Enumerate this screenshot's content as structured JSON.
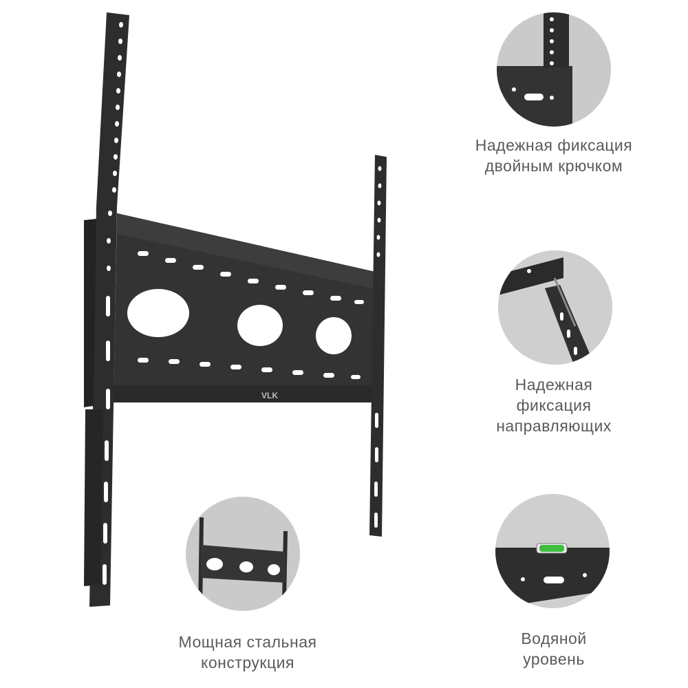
{
  "product": {
    "brand_mark": "VLK"
  },
  "features": [
    {
      "icon": "double-hook-closeup",
      "lines": [
        "Надежная фиксация",
        "двойным крючком"
      ]
    },
    {
      "icon": "guide-lock-closeup",
      "lines": [
        "Надежная",
        "фиксация",
        "направляющих"
      ]
    },
    {
      "icon": "steel-frame-closeup",
      "lines": [
        "Мощная стальная",
        "конструкция"
      ]
    },
    {
      "icon": "water-level-closeup",
      "lines": [
        "Водяной",
        "уровень"
      ]
    }
  ],
  "colors": {
    "metal": "#2b2b2b",
    "metal_edge": "#1a1a1a",
    "circle_bg": "#c9c9c9",
    "caption_text": "#5a5a5a",
    "bubble_level": "#3fbf3f"
  }
}
